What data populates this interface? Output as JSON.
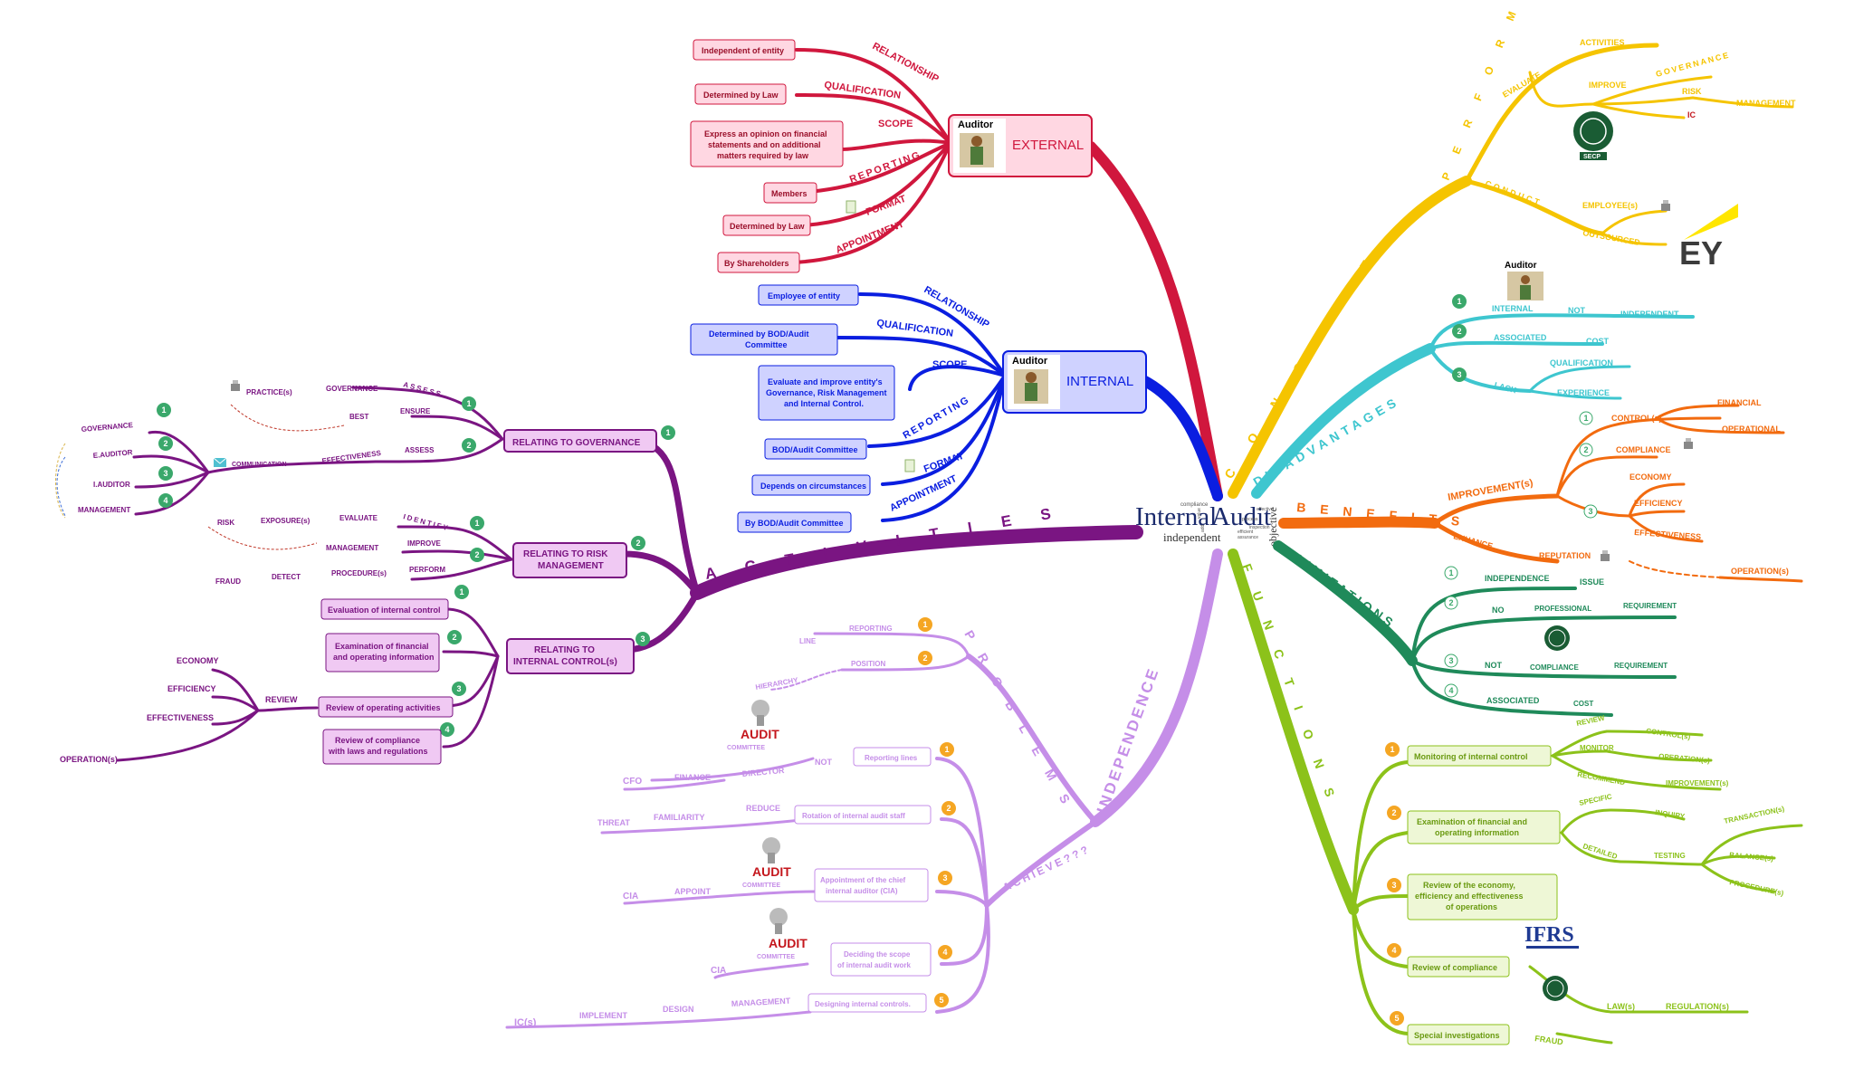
{
  "central": {
    "title_a": "Internal",
    "title_b": "Audit",
    "word_independent": "independent",
    "word_objective": "objective",
    "word_compliance": "compliance",
    "word_effective": "effective",
    "word_efficient": "efficient",
    "word_assurance": "assurance",
    "word_inspection": "inspection",
    "word_process": "process",
    "word_value": "value",
    "word_add": "add"
  },
  "external": {
    "title": "EXTERNAL",
    "icon_label": "Auditor",
    "labels": [
      "RELATIONSHIP",
      "QUALIFICATION",
      "SCOPE",
      "REPORTING",
      "FORMAT",
      "APPOINTMENT"
    ],
    "boxes": [
      "Independent of entity",
      "Determined by Law",
      "Express an opinion on financial",
      "statements and on additional",
      "matters required by law",
      "Members",
      "Determined by Law",
      "By Shareholders"
    ]
  },
  "internal": {
    "title": "INTERNAL",
    "icon_label": "Auditor",
    "labels": [
      "RELATIONSHIP",
      "QUALIFICATION",
      "SCOPE",
      "REPORTING",
      "FORMAT",
      "APPOINTMENT"
    ],
    "boxes": [
      "Employee of entity",
      "Determined by BOD/Audit",
      "Committee",
      "Evaluate and improve entity's",
      "Governance, Risk Management",
      "and Internal Control.",
      "BOD/Audit Committee",
      "Depends on circumstances",
      "By BOD/Audit Committee"
    ]
  },
  "activities": {
    "title": "A C T I V I T I E S",
    "gov": {
      "title": "RELATING TO GOVERNANCE",
      "num": "1",
      "items": [
        "ASSESS",
        "ENSURE",
        "GOVERNANCE",
        "PRACTICE(s)",
        "BEST",
        "ASSESS",
        "EFFECTIVENESS",
        "COMMUNICATION",
        "GOVERNANCE",
        "E.AUDITOR",
        "I.AUDITOR",
        "MANAGEMENT"
      ],
      "nums": [
        "1",
        "2",
        "1",
        "2",
        "3",
        "4"
      ]
    },
    "risk": {
      "title1": "RELATING TO RISK",
      "title2": "MANAGEMENT",
      "num": "2",
      "items": [
        "IDENTIFY",
        "EVALUATE",
        "EXPOSURE(s)",
        "RISK",
        "IMPROVE",
        "MANAGEMENT",
        "PERFORM",
        "PROCEDURE(s)",
        "DETECT",
        "FRAUD"
      ],
      "nums": [
        "1",
        "2"
      ]
    },
    "ic": {
      "title1": "RELATING TO",
      "title2": "INTERNAL CONTROL(s)",
      "num": "3",
      "boxes": [
        "Evaluation of internal control",
        "Examination of financial",
        "and operating information",
        "Review of operating activities",
        "Review of compliance",
        "with laws and regulations"
      ],
      "nums": [
        "1",
        "2",
        "3",
        "4"
      ],
      "items": [
        "REVIEW",
        "ECONOMY",
        "EFFICIENCY",
        "EFFECTIVENESS",
        "OPERATION(s)"
      ]
    }
  },
  "independence": {
    "title": "INDEPENDENCE",
    "problems": "P R O B L E M S",
    "achieve": "ACHIEVE???",
    "problem_items": [
      "REPORTING",
      "LINE",
      "POSITION",
      "HIERARCHY"
    ],
    "problem_nums": [
      "1",
      "2"
    ],
    "boxes": [
      "Reporting lines",
      "Rotation of internal audit staff",
      "Appointment of the chief",
      "internal auditor (CIA)",
      "Deciding the scope",
      "of internal audit work",
      "Designing internal controls."
    ],
    "box_nums": [
      "1",
      "2",
      "3",
      "4",
      "5"
    ],
    "items": [
      "NOT",
      "DIRECTOR",
      "FINANCE",
      "CFO",
      "REDUCE",
      "FAMILIARITY",
      "THREAT",
      "APPOINT",
      "CIA",
      "CIA",
      "MANAGEMENT",
      "DESIGN",
      "IMPLEMENT",
      "IC(s)"
    ],
    "audit_word": "AUDIT",
    "committee_word": "COMMITTEE"
  },
  "concept": {
    "title": "C O N C E P T",
    "perform": "P E R F O R M",
    "items": [
      "ACTIVITIES",
      "EVALUATE",
      "IMPROVE",
      "GOVERNANCE",
      "RISK",
      "MANAGEMENT",
      "IC",
      "CONDUCT",
      "EMPLOYEE(s)",
      "OUTSOURCED"
    ],
    "ey": "EY",
    "secp": "SECP"
  },
  "disadvantages": {
    "title": "DISADVANTAGES",
    "nums": [
      "1",
      "2",
      "3"
    ],
    "items": [
      "INTERNAL",
      "NOT",
      "INDEPENDENT",
      "ASSOCIATED",
      "COST",
      "LACK",
      "QUALIFICATION",
      "EXPERIENCE"
    ],
    "icon_label": "Auditor"
  },
  "benefits": {
    "title": "B E N E F I T S",
    "items": [
      "IMPROVEMENT(s)",
      "CONTROL(s)",
      "FINANCIAL",
      "OPERATIONAL",
      "COMPLIANCE",
      "ECONOMY",
      "EFFICIENCY",
      "EFFECTIVENESS",
      "ENHANCE",
      "REPUTATION",
      "OPERATION(s)"
    ],
    "nums": [
      "1",
      "2",
      "3"
    ]
  },
  "limitations": {
    "title": "LIMITATIONS",
    "items": [
      "INDEPENDENCE",
      "ISSUE",
      "NO",
      "PROFESSIONAL",
      "REQUIREMENT",
      "NOT",
      "COMPLIANCE",
      "REQUIREMENT",
      "ASSOCIATED",
      "COST"
    ],
    "nums": [
      "1",
      "2",
      "3",
      "4"
    ]
  },
  "functions": {
    "title": "F U N C T I O N S",
    "boxes": [
      "Monitoring of internal control",
      "Examination of financial and",
      "operating information",
      "Review of the economy,",
      "efficiency and effectiveness",
      "of operations",
      "Review of compliance",
      "Special investigations"
    ],
    "nums": [
      "1",
      "2",
      "3",
      "4",
      "5"
    ],
    "items": [
      "REVIEW",
      "CONTROL(s)",
      "MONITOR",
      "OPERATION(s)",
      "RECOMMEND",
      "IMPROVEMENT(s)",
      "SPECIFIC",
      "INQUIRY",
      "DETAILED",
      "TESTING",
      "TRANSACTION(s)",
      "BALANCE(s)",
      "PROCEDURE(s)",
      "LAW(s)",
      "REGULATION(s)",
      "FRAUD"
    ],
    "ifrs": "IFRS"
  },
  "colors": {
    "external": "#d0173d",
    "internal": "#0a1ee0",
    "activities": "#7a1582",
    "independence": "#c58ee8",
    "concept": "#f5c400",
    "disadvantages": "#3ec6cf",
    "benefits": "#f26b0f",
    "limitations": "#1f8a5a",
    "functions": "#8cc21a"
  }
}
